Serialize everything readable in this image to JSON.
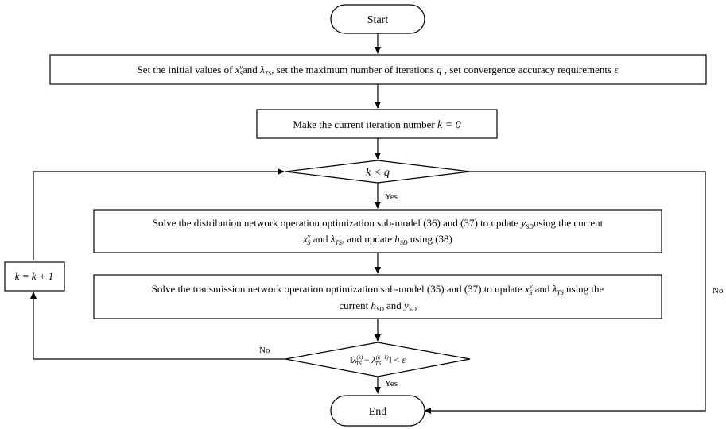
{
  "nodes": {
    "start": {
      "label": "Start"
    },
    "init": {
      "t1": "Set the initial values of ",
      "v1": "x",
      "v1_sub": "S",
      "v1_sup": "v",
      "t2": "and ",
      "v2": "λ",
      "v2_sub": "TS",
      "t3": ", set the maximum number of iterations ",
      "v3": "q",
      "t4": " , set convergence accuracy requirements ",
      "v4": "ε"
    },
    "make": {
      "t1": "Make the current iteration number ",
      "v1": "k = 0"
    },
    "cond": {
      "label": "k < q"
    },
    "dist": {
      "line1_t1": "Solve the distribution network operation optimization sub-model (36) and (37) to update ",
      "line1_v1": "y",
      "line1_v1_sub": "SD",
      "line1_t2": "using the current",
      "line2_v1": "x",
      "line2_v1_sub": "S",
      "line2_v1_sup": "v",
      "line2_t1": " and ",
      "line2_v2": "λ",
      "line2_v2_sub": "TS",
      "line2_t2": ", and update ",
      "line2_v3": "h",
      "line2_v3_sub": "SD",
      "line2_t3": " using (38)"
    },
    "trans": {
      "line1_t1": "Solve the transmission network operation optimization sub-model (35) and (37) to update ",
      "line1_v1": "x",
      "line1_v1_sub": "S",
      "line1_v1_sup": "v",
      "line1_t2": " and ",
      "line1_v2": "λ",
      "line1_v2_sub": "TS",
      "line1_t3": " using the",
      "line2_t1": "current ",
      "line2_v1": "h",
      "line2_v1_sub": "SD",
      "line2_t2": " and ",
      "line2_v2": "y",
      "line2_v2_sub": "SD"
    },
    "conv": {
      "bar_left": "‖",
      "v1": "λ",
      "v1_sub": "TS",
      "v1_sup": "(k)",
      "minus": " − ",
      "v2": "λ",
      "v2_sub": "TS",
      "v2_sup": "(k−1)",
      "bar_right": "‖",
      "lt": " < ",
      "eps": "ε"
    },
    "inc": {
      "label": "k = k + 1"
    },
    "end": {
      "label": "End"
    }
  },
  "edge_labels": {
    "cond_yes": "Yes",
    "cond_no": "No",
    "conv_no": "No",
    "conv_yes": "Yes"
  }
}
